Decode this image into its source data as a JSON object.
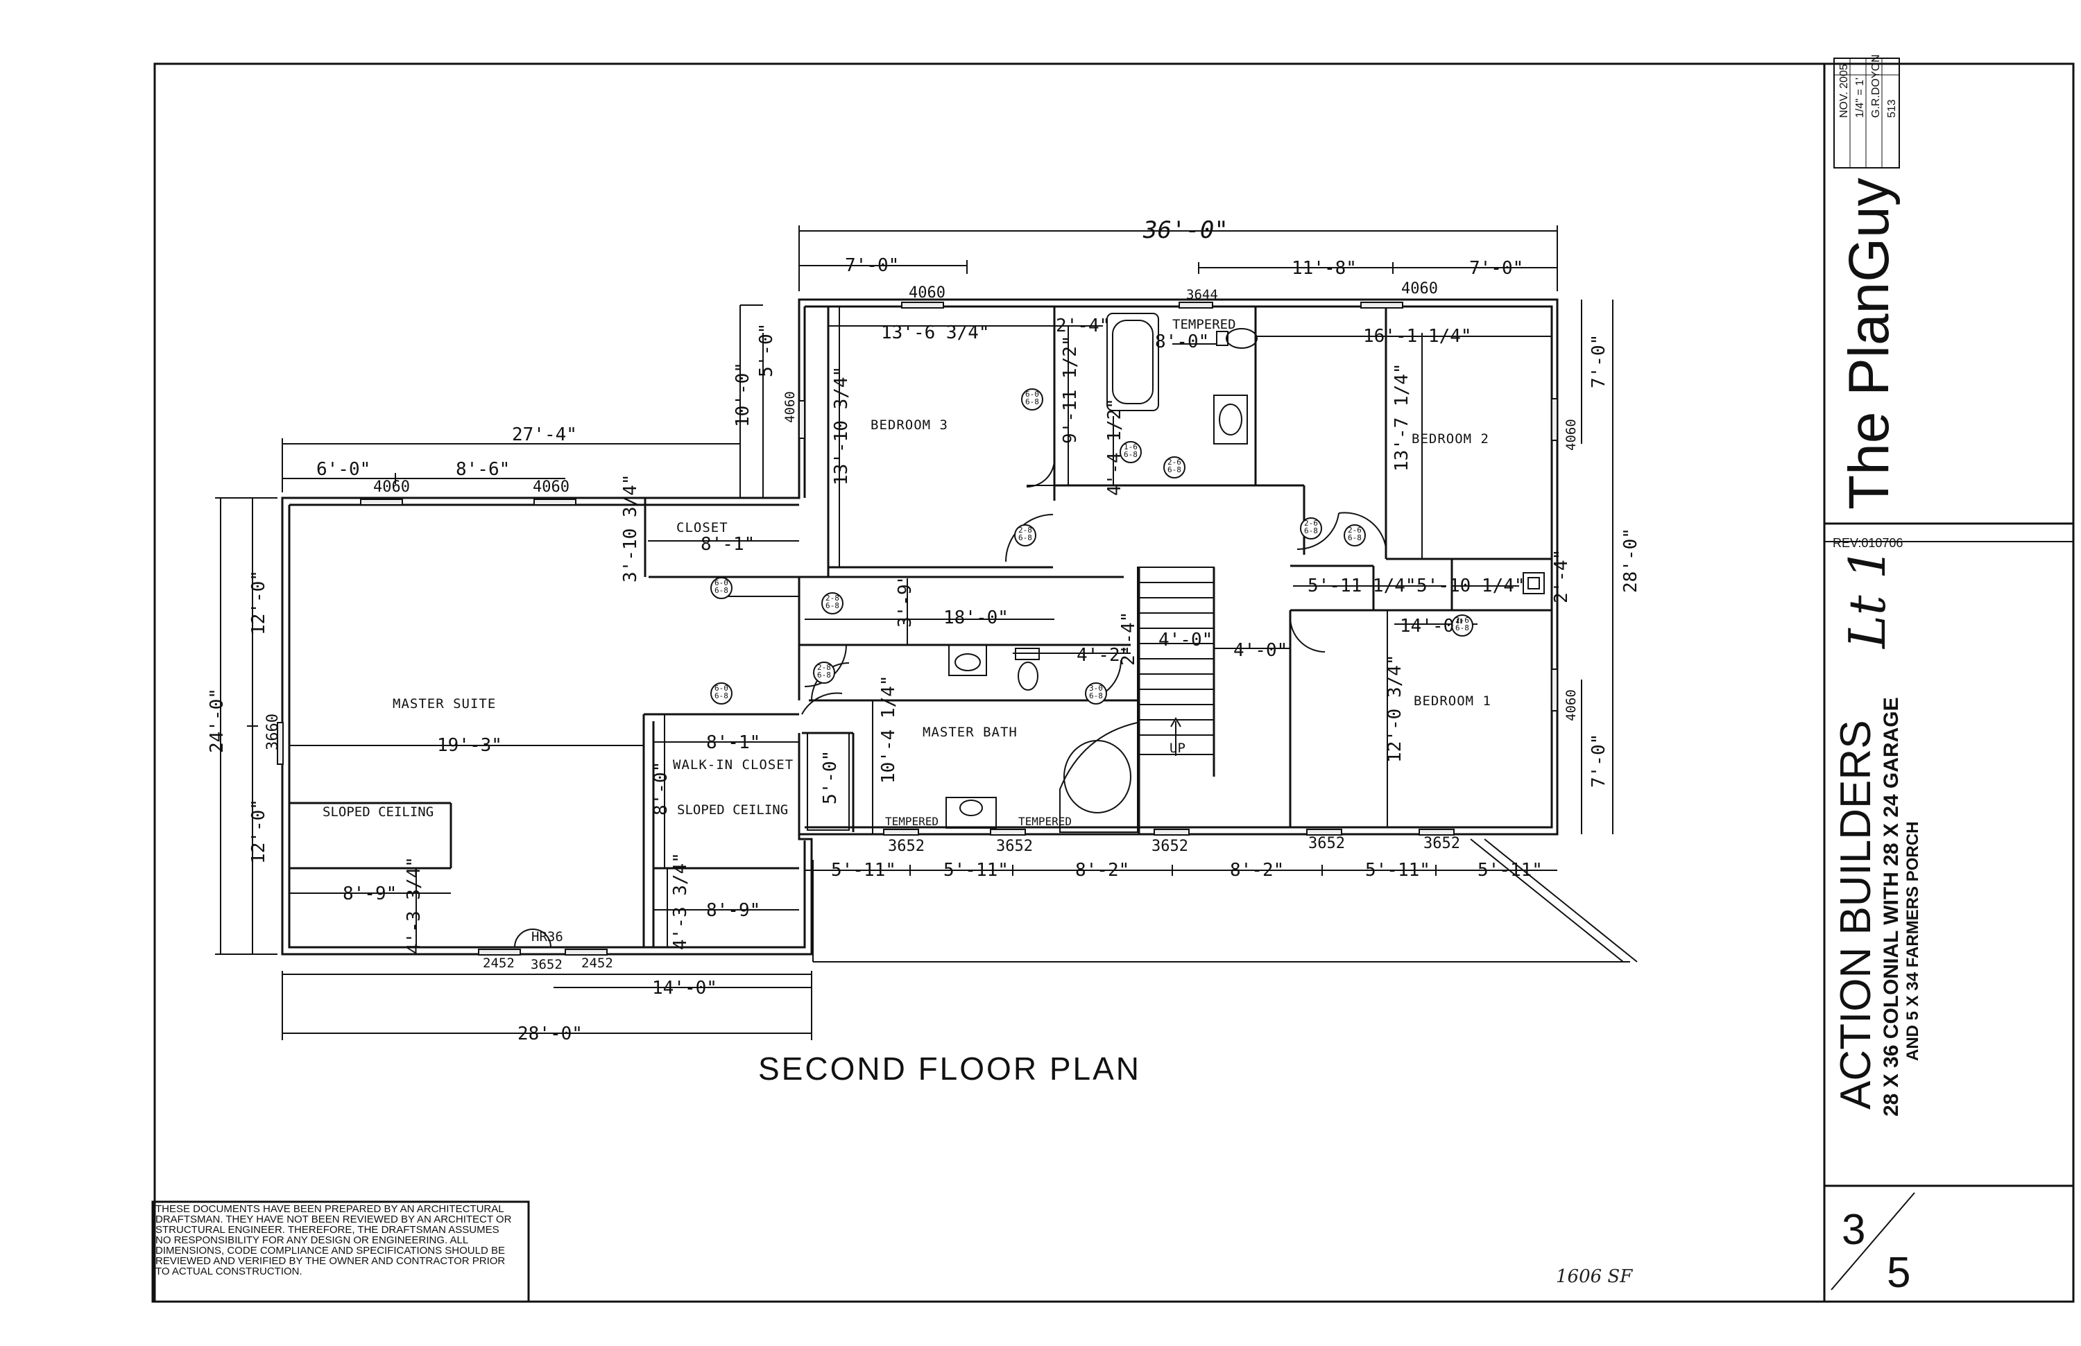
{
  "plan_title": "SECOND FLOOR PLAN",
  "area_note": "1606 SF",
  "disclaimer": "THESE DOCUMENTS HAVE BEEN PREPARED BY AN ARCHITECTURAL DRAFTSMAN. THEY HAVE NOT BEEN REVIEWED BY AN ARCHITECT OR STRUCTURAL ENGINEER. THEREFORE, THE DRAFTSMAN ASSUMES NO RESPONSIBILITY FOR ANY DESIGN OR ENGINEERING. ALL DIMENSIONS, CODE COMPLIANCE AND SPECIFICATIONS SHOULD BE REVIEWED AND VERIFIED BY THE OWNER AND CONTRACTOR PRIOR TO ACTUAL CONSTRUCTION.",
  "title_block": {
    "date": "NOV. 2005",
    "scale": "1/4\" = 1'",
    "drawn_by": "G.R.DOYON",
    "job_no": "513",
    "brand": "The PlanGuy",
    "revision": "REV:010706",
    "lot": "Lt 1",
    "client": "ACTION BUILDERS",
    "description_1": "28 X 36 COLONIAL WITH 28 X 24 GARAGE",
    "description_2": "AND 5 X 34 FARMERS PORCH",
    "sheet_no": "3",
    "sheet_total": "5"
  },
  "rooms": {
    "bedroom3": "BEDROOM 3",
    "bedroom2": "BEDROOM 2",
    "bedroom1": "BEDROOM 1",
    "master_suite": "MASTER SUITE",
    "master_bath": "MASTER BATH",
    "closet": "CLOSET",
    "walkin": "WALK-IN CLOSET",
    "sloped1": "SLOPED CEILING",
    "sloped2": "SLOPED CEILING",
    "tempered_top": "TEMPERED",
    "tempered_b1": "TEMPERED",
    "tempered_b2": "TEMPERED",
    "up": "UP",
    "hr36": "HR36"
  },
  "dims": {
    "overall_top": "36'-0\"",
    "top_7_left": "7'-0\"",
    "top_11_8": "11'-8\"",
    "top_7_right": "7'-0\"",
    "w4060_a": "4060",
    "w3644": "3644",
    "w4060_b": "4060",
    "br3_width": "13'-6 3/4\"",
    "d2_4_top": "2'-4\"",
    "bath_8_0": "8'-0\"",
    "br2_width": "16'-1 1/4\"",
    "left_27_4": "27'-4\"",
    "left_6_0": "6'-0\"",
    "left_8_6": "8'-6\"",
    "w4060_c": "4060",
    "w4060_d": "4060",
    "v10_0": "10'-0\"",
    "v5_0": "5'-0\"",
    "w4060_side": "4060",
    "br3_depth": "13'-10 3/4\"",
    "hall_9_11": "9'-11 1/2\"",
    "lin_4_4": "4'-4 1/2\"",
    "br2_depth": "13'-7 1/4\"",
    "w4060_right1": "4060",
    "right_7_0_top": "7'-0\"",
    "right_28_0": "28'-0\"",
    "closet_8_1": "8'-1\"",
    "closet_3_10": "3'-10 3/4\"",
    "hall_5_11": "5'-11 1/4\"",
    "hall_5_10": "5'-10 1/4\"",
    "d2_4_right": "2'-4\"",
    "hall_18_0": "18'-0\"",
    "hall_3_9": "3'-9\"",
    "br1_14_0": "14'-0\"",
    "bath_4_2": "4'-2\"",
    "stair_4_0a": "4'-0\"",
    "stair_4_0b": "4'-0\"",
    "d2_4_bath": "2'-4\"",
    "left_12_0_top": "12'-0\"",
    "left_24_0": "24'-0\"",
    "w3660": "3660",
    "ms_19_3": "19'-3\"",
    "wic_8_1": "8'-1\"",
    "wic_8_0": "8'-0\"",
    "mb_10_4": "10'-4 1/4\"",
    "shower_5_0": "5'-0\"",
    "br1_12_0": "12'-0 3/4\"",
    "w4060_right2": "4060",
    "right_7_0_bot": "7'-0\"",
    "left_12_0_bot": "12'-0\"",
    "w3652_a": "3652",
    "w3652_b": "3652",
    "w3652_c": "3652",
    "w3652_d": "3652",
    "w3652_e": "3652",
    "b5_11_a": "5'-11\"",
    "b5_11_b": "5'-11\"",
    "b8_2_a": "8'-2\"",
    "b8_2_b": "8'-2\"",
    "b5_11_c": "5'-11\"",
    "b5_11_d": "5'-11\"",
    "ms_8_9": "8'-9\"",
    "ms_4_3": "4'-3 3/4\"",
    "wic_8_9": "8'-9\"",
    "wic_4_3": "4'-3 3/4\"",
    "w2452_a": "2452",
    "w3652_f": "3652",
    "w2452_b": "2452",
    "bot_14_0": "14'-0\"",
    "bot_28_0": "28'-0\""
  },
  "doors": {
    "d_br3": "6-0\n6-8",
    "d_bath": "2-6\n6-8",
    "d_lin": "1-6\n6-8",
    "d_br3_door": "2-8\n6-8",
    "d_br2a": "2-6\n6-8",
    "d_br2b": "2-6\n6-8",
    "d_hall": "2-8\n6-8",
    "d_closet": "6-0\n6-8",
    "d_br1": "2-6\n6-8",
    "d_ms": "2-8\n6-8",
    "d_wic": "6-0\n6-8",
    "d_mb": "3-0\n6-8"
  }
}
